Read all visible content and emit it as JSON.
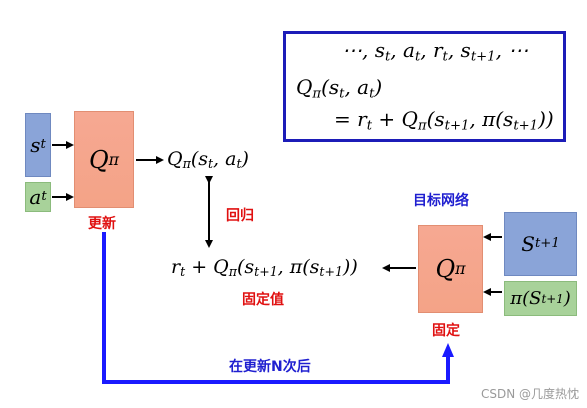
{
  "formula_box": {
    "line1": "⋯, s_t, a_t, r_t, s_t+1, ⋯",
    "line2": "Q_π(s_t, a_t)",
    "line3": "= r_t + Q_π(s_t+1, π(s_t+1))"
  },
  "left_network": {
    "input_s": "s_t",
    "input_a": "a_t",
    "q_label": "Q_π",
    "caption": "更新"
  },
  "output_label": "Q_π(s_t, a_t)",
  "regression_label": "回归",
  "target_expr": "r_t + Q_π(s_t+1, π(s_t+1))",
  "target_caption": "固定值",
  "right_network": {
    "title": "目标网络",
    "q_label": "Q_π",
    "input_s": "S_t+1",
    "input_pi": "π(S_t+1)",
    "caption": "固定"
  },
  "sync_label": "在更新N次后",
  "watermark": "CSDN @几度热忱",
  "colors": {
    "box_border": "#1c1cb8",
    "q_box": "#f4a387",
    "state_box": "#8aa4d8",
    "action_box": "#a8d29a",
    "sync_arrow": "#1a1aff",
    "red_text": "#e01010",
    "blue_text": "#1f1fd0"
  }
}
